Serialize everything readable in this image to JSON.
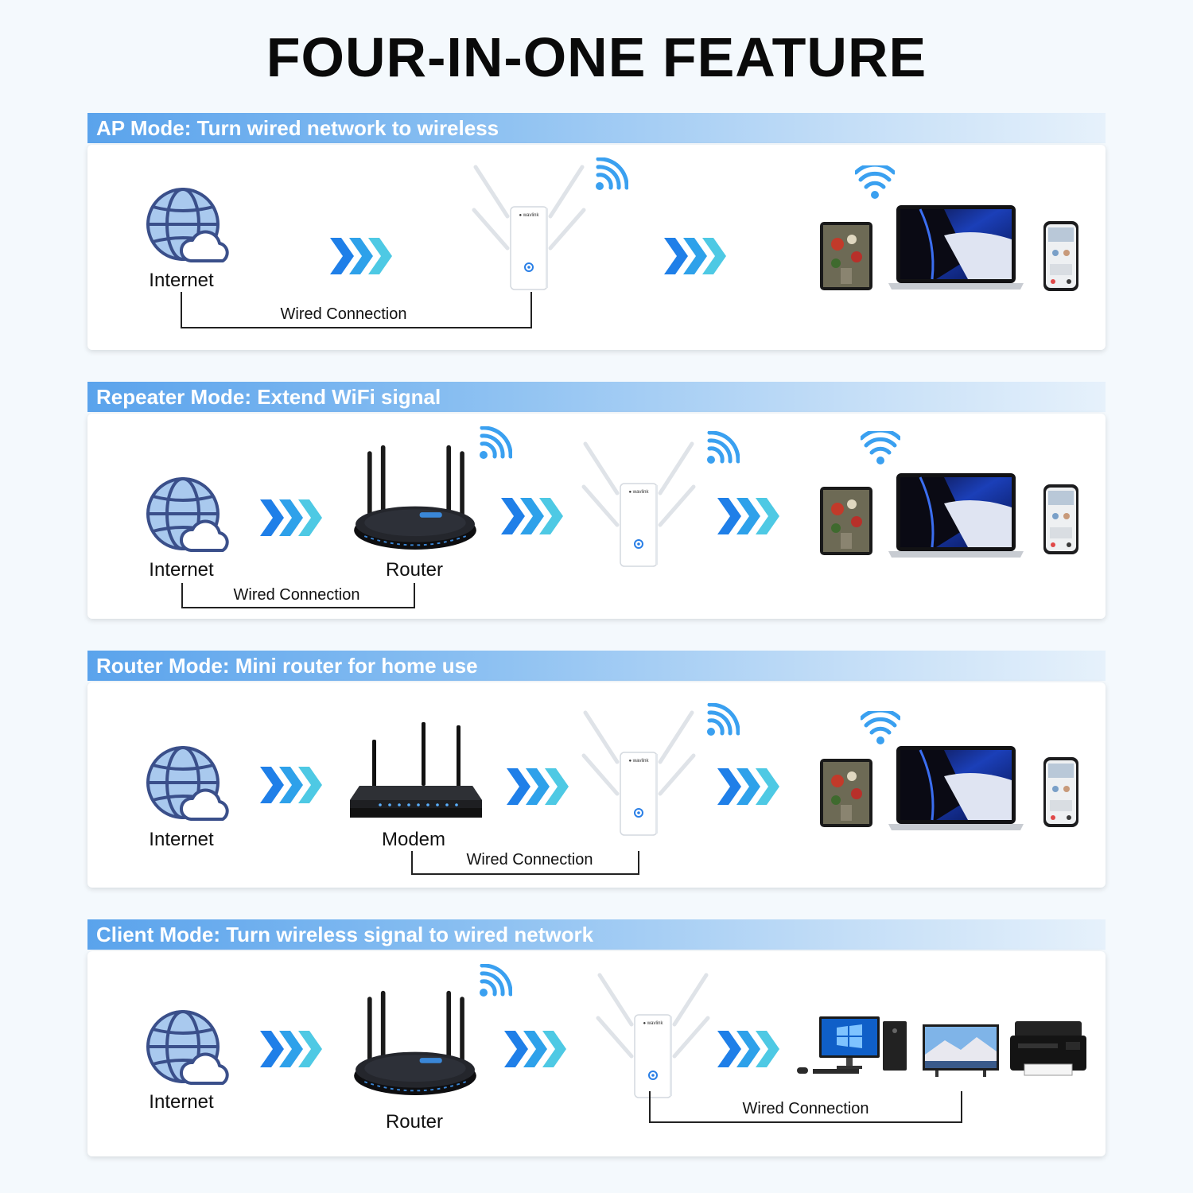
{
  "title": "FOUR-IN-ONE FEATURE",
  "colors": {
    "band_start": "#5aa3ec",
    "arrow_blue": "#1f7fe8",
    "arrow_cyan": "#4ec9e4",
    "globe": "#a9c9ee",
    "wifi": "#3aa0f0"
  },
  "panels": [
    {
      "heading": "AP Mode: Turn wired network to wireless",
      "internet_label": "Internet",
      "wired_label": "Wired Connection",
      "icons": [
        "globe-icon",
        "chevron-arrows-icon",
        "wavlink-extender",
        "wifi-icon",
        "chevron-arrows-icon",
        "tablet-icon",
        "laptop-icon",
        "phone-icon"
      ]
    },
    {
      "heading": "Repeater Mode: Extend WiFi signal",
      "internet_label": "Internet",
      "device_label": "Router",
      "wired_label": "Wired Connection",
      "icons": [
        "globe-icon",
        "chevron-arrows-icon",
        "router-icon",
        "wifi-icon",
        "chevron-arrows-icon",
        "wavlink-extender",
        "wifi-icon",
        "chevron-arrows-icon",
        "tablet-icon",
        "laptop-icon",
        "phone-icon"
      ]
    },
    {
      "heading": "Router Mode: Mini router for home use",
      "internet_label": "Internet",
      "device_label": "Modem",
      "wired_label": "Wired Connection",
      "icons": [
        "globe-icon",
        "chevron-arrows-icon",
        "modem-icon",
        "chevron-arrows-icon",
        "wavlink-extender",
        "wifi-icon",
        "chevron-arrows-icon",
        "tablet-icon",
        "laptop-icon",
        "phone-icon"
      ]
    },
    {
      "heading": "Client Mode: Turn wireless signal to wired network",
      "internet_label": "Internet",
      "device_label": "Router",
      "wired_label": "Wired Connection",
      "icons": [
        "globe-icon",
        "chevron-arrows-icon",
        "router-icon",
        "wifi-icon",
        "chevron-arrows-icon",
        "wavlink-extender",
        "chevron-arrows-icon",
        "desktop-pc-icon",
        "smart-tv-icon",
        "printer-icon"
      ]
    }
  ]
}
